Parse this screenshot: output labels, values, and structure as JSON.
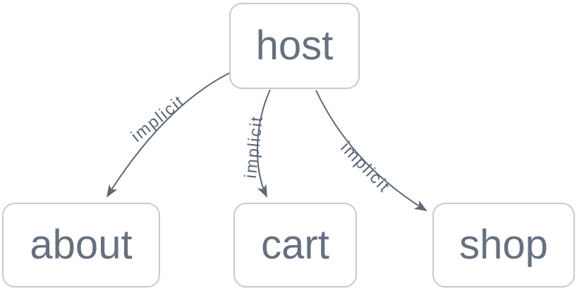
{
  "diagram": {
    "nodes": [
      {
        "id": "host",
        "label": "host"
      },
      {
        "id": "about",
        "label": "about"
      },
      {
        "id": "cart",
        "label": "cart"
      },
      {
        "id": "shop",
        "label": "shop"
      }
    ],
    "edges": [
      {
        "from": "host",
        "to": "about",
        "label": "implicit"
      },
      {
        "from": "host",
        "to": "cart",
        "label": "implicit"
      },
      {
        "from": "host",
        "to": "shop",
        "label": "implicit"
      }
    ],
    "colors": {
      "node_border": "#c7c9cc",
      "node_text": "#66707f",
      "edge": "#5d6877",
      "background": "#ffffff"
    }
  }
}
